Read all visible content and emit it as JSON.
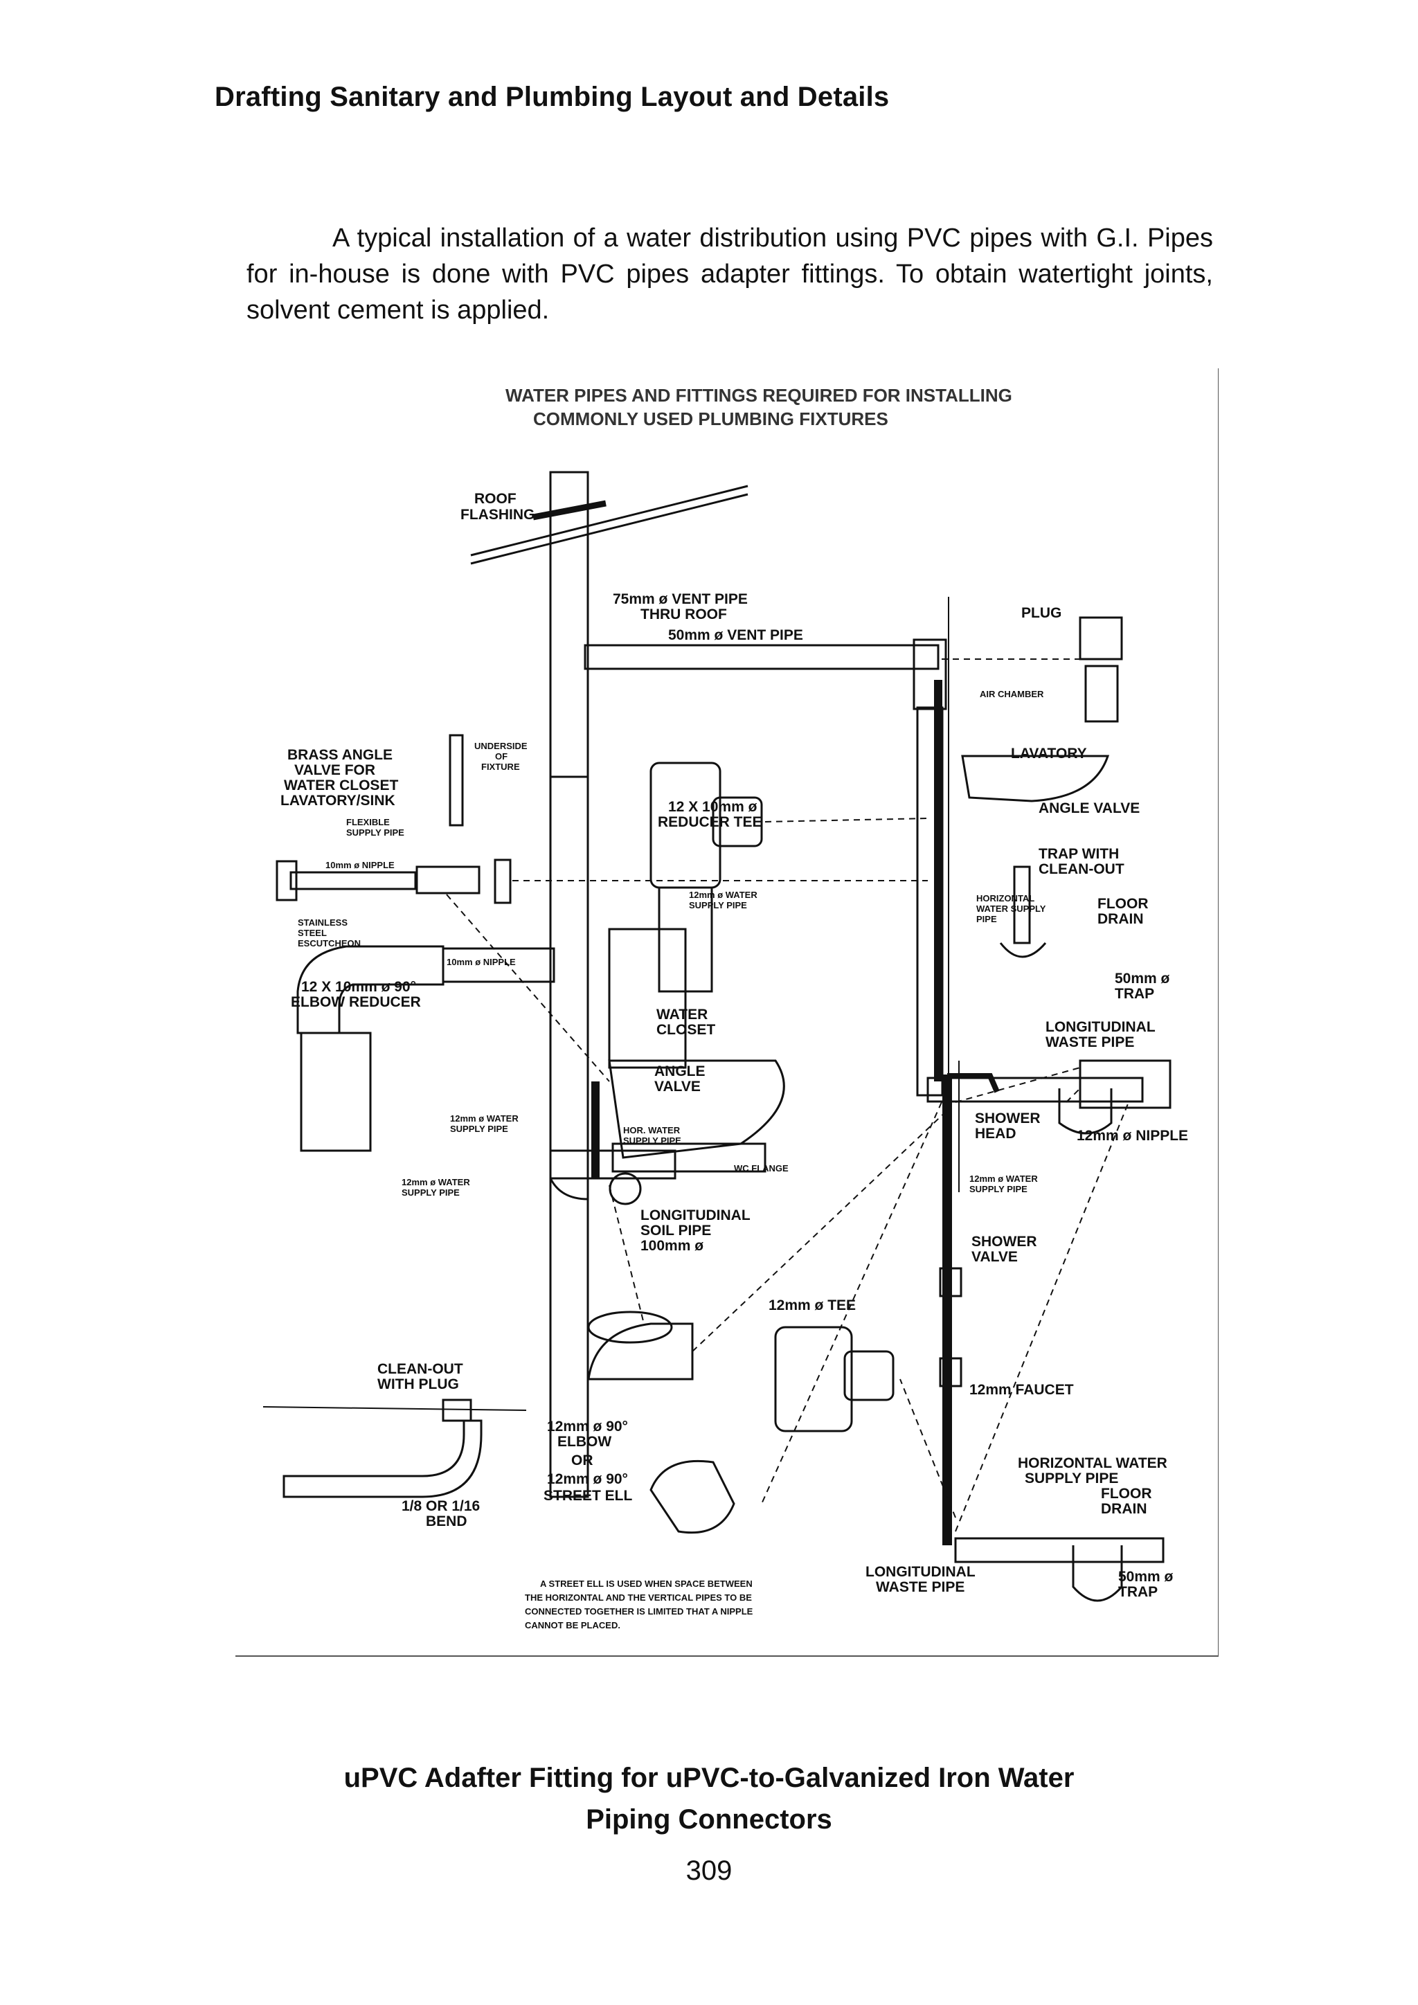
{
  "header": "Drafting Sanitary and Plumbing Layout and Details",
  "intro_paragraph": "A typical installation of a water distribution using PVC pipes with G.I. Pipes for in-house is done with PVC pipes adapter fittings. To obtain watertight joints, solvent cement is applied.",
  "figure": {
    "title_line1": "WATER PIPES AND FITTINGS REQUIRED FOR INSTALLING",
    "title_line2": "COMMONLY USED PLUMBING FIXTURES",
    "labels": {
      "roof_flashing_1": "ROOF",
      "roof_flashing_2": "FLASHING",
      "vent_75_1": "75mm ø VENT PIPE",
      "vent_75_2": "THRU ROOF",
      "vent_50": "50mm ø VENT PIPE",
      "plug": "PLUG",
      "air_chamber": "AIR CHAMBER",
      "lavatory": "LAVATORY",
      "angle_valve": "ANGLE VALVE",
      "trap_cleanout_1": "TRAP WITH",
      "trap_cleanout_2": "CLEAN-OUT",
      "horizontal_supply_1": "HORIZONTAL",
      "horizontal_supply_2": "WATER SUPPLY",
      "horizontal_supply_3": "PIPE",
      "floor_drain_1": "FLOOR",
      "floor_drain_2": "DRAIN",
      "trap_50_1": "50mm ø",
      "trap_50_2": "TRAP",
      "long_waste_1": "LONGITUDINAL",
      "long_waste_2": "WASTE PIPE",
      "brass_1": "BRASS ANGLE",
      "brass_2": "VALVE FOR",
      "brass_3": "WATER CLOSET",
      "brass_4": "LAVATORY/SINK",
      "underside_1": "UNDERSIDE",
      "underside_2": "OF",
      "underside_3": "FIXTURE",
      "flexible_1": "FLEXIBLE",
      "flexible_2": "SUPPLY PIPE",
      "nipple_10": "10mm ø NIPPLE",
      "stainless_1": "STAINLESS",
      "stainless_2": "STEEL",
      "stainless_3": "ESCUTCHEON",
      "reducer_tee_1": "12 X 10mm ø",
      "reducer_tee_2": "REDUCER TEE",
      "water_supply_12_1": "12mm ø WATER",
      "water_supply_12_2": "SUPPLY PIPE",
      "elbow_reducer_1": "12 X 10mm ø 90°",
      "elbow_reducer_2": "ELBOW REDUCER",
      "nipple_10b": "10mm ø NIPPLE",
      "water_closet_1": "WATER",
      "water_closet_2": "CLOSET",
      "wc_angle_1": "ANGLE",
      "wc_angle_2": "VALVE",
      "wc_supply_1": "12mm ø WATER",
      "wc_supply_2": "SUPPLY PIPE",
      "hor_supply_1": "HOR. WATER",
      "hor_supply_2": "SUPPLY PIPE",
      "wc_flange": "WC FLANGE",
      "pipe_low_1": "12mm ø WATER",
      "pipe_low_2": "SUPPLY PIPE",
      "soil_1": "LONGITUDINAL",
      "soil_2": "SOIL PIPE",
      "soil_3": "100mm ø",
      "nipple_12": "12mm ø NIPPLE",
      "shower_head_1": "SHOWER",
      "shower_head_2": "HEAD",
      "shower_supply_1": "12mm ø WATER",
      "shower_supply_2": "SUPPLY PIPE",
      "shower_valve_1": "SHOWER",
      "shower_valve_2": "VALVE",
      "tee_12": "12mm ø TEE",
      "faucet": "12mm FAUCET",
      "cleanout_1": "CLEAN-OUT",
      "cleanout_2": "WITH PLUG",
      "bend_1": "1/8 OR 1/16",
      "bend_2": "BEND",
      "elbow_90_1": "12mm ø 90°",
      "elbow_90_2": "ELBOW",
      "elbow_90_3": "OR",
      "elbow_90_4": "12mm ø 90°",
      "elbow_90_5": "STREET ELL",
      "hws_1": "HORIZONTAL WATER",
      "hws_2": "SUPPLY PIPE",
      "fd2_1": "FLOOR",
      "fd2_2": "DRAIN",
      "lwp2_1": "LONGITUDINAL",
      "lwp2_2": "WASTE PIPE",
      "trap2_1": "50mm ø",
      "trap2_2": "TRAP",
      "note_1": "A STREET ELL IS USED WHEN SPACE BETWEEN",
      "note_2": "THE HORIZONTAL AND THE VERTICAL PIPES TO BE",
      "note_3": "CONNECTED TOGETHER IS LIMITED THAT A NIPPLE",
      "note_4": "CANNOT BE PLACED."
    }
  },
  "caption_line1": "uPVC Adafter Fitting for uPVC-to-Galvanized Iron Water",
  "caption_line2": "Piping Connectors",
  "page_number": "309"
}
